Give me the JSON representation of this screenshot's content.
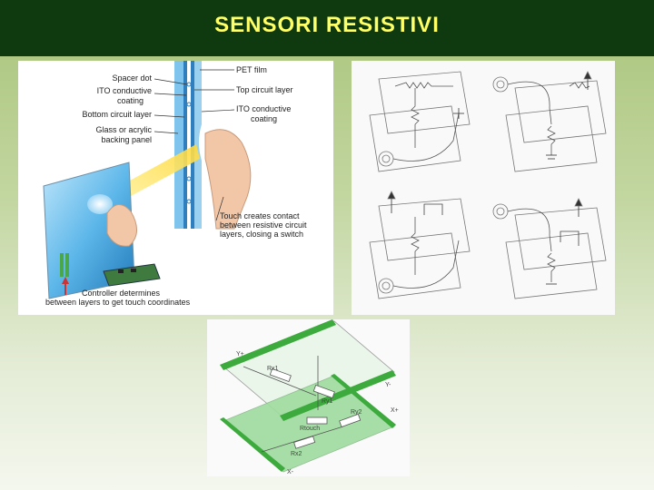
{
  "slide": {
    "title": "SENSORI RESISTIVI"
  },
  "diagram_left": {
    "labels": {
      "spacer_dot": "Spacer dot",
      "ito_coating_1": "ITO conductive",
      "ito_coating_2": "coating",
      "bottom_layer": "Bottom circuit layer",
      "glass_1": "Glass or acrylic",
      "glass_2": "backing panel",
      "pet_film": "PET film",
      "top_layer": "Top circuit layer",
      "ito_right_1": "ITO conductive",
      "ito_right_2": "coating",
      "touch_1": "Touch creates contact",
      "touch_2": "between resistive circuit",
      "touch_3": "layers, closing a switch",
      "controller_1": "Controller determines",
      "controller_2": "between layers to get touch coordinates"
    }
  },
  "diagram_bottom": {
    "labels": {
      "y_plus": "Y+",
      "y_minus": "Y-",
      "x_plus": "X+",
      "x_minus": "X-",
      "r_x1": "Rx1",
      "r_y1": "Ry1",
      "r_touch": "Rtouch",
      "r_y2": "Ry2",
      "r_x2": "Rx2"
    }
  },
  "colors": {
    "title_bar": "#0f3a0f",
    "title_text": "#ffff66",
    "green_strip": "#3caa3c"
  }
}
